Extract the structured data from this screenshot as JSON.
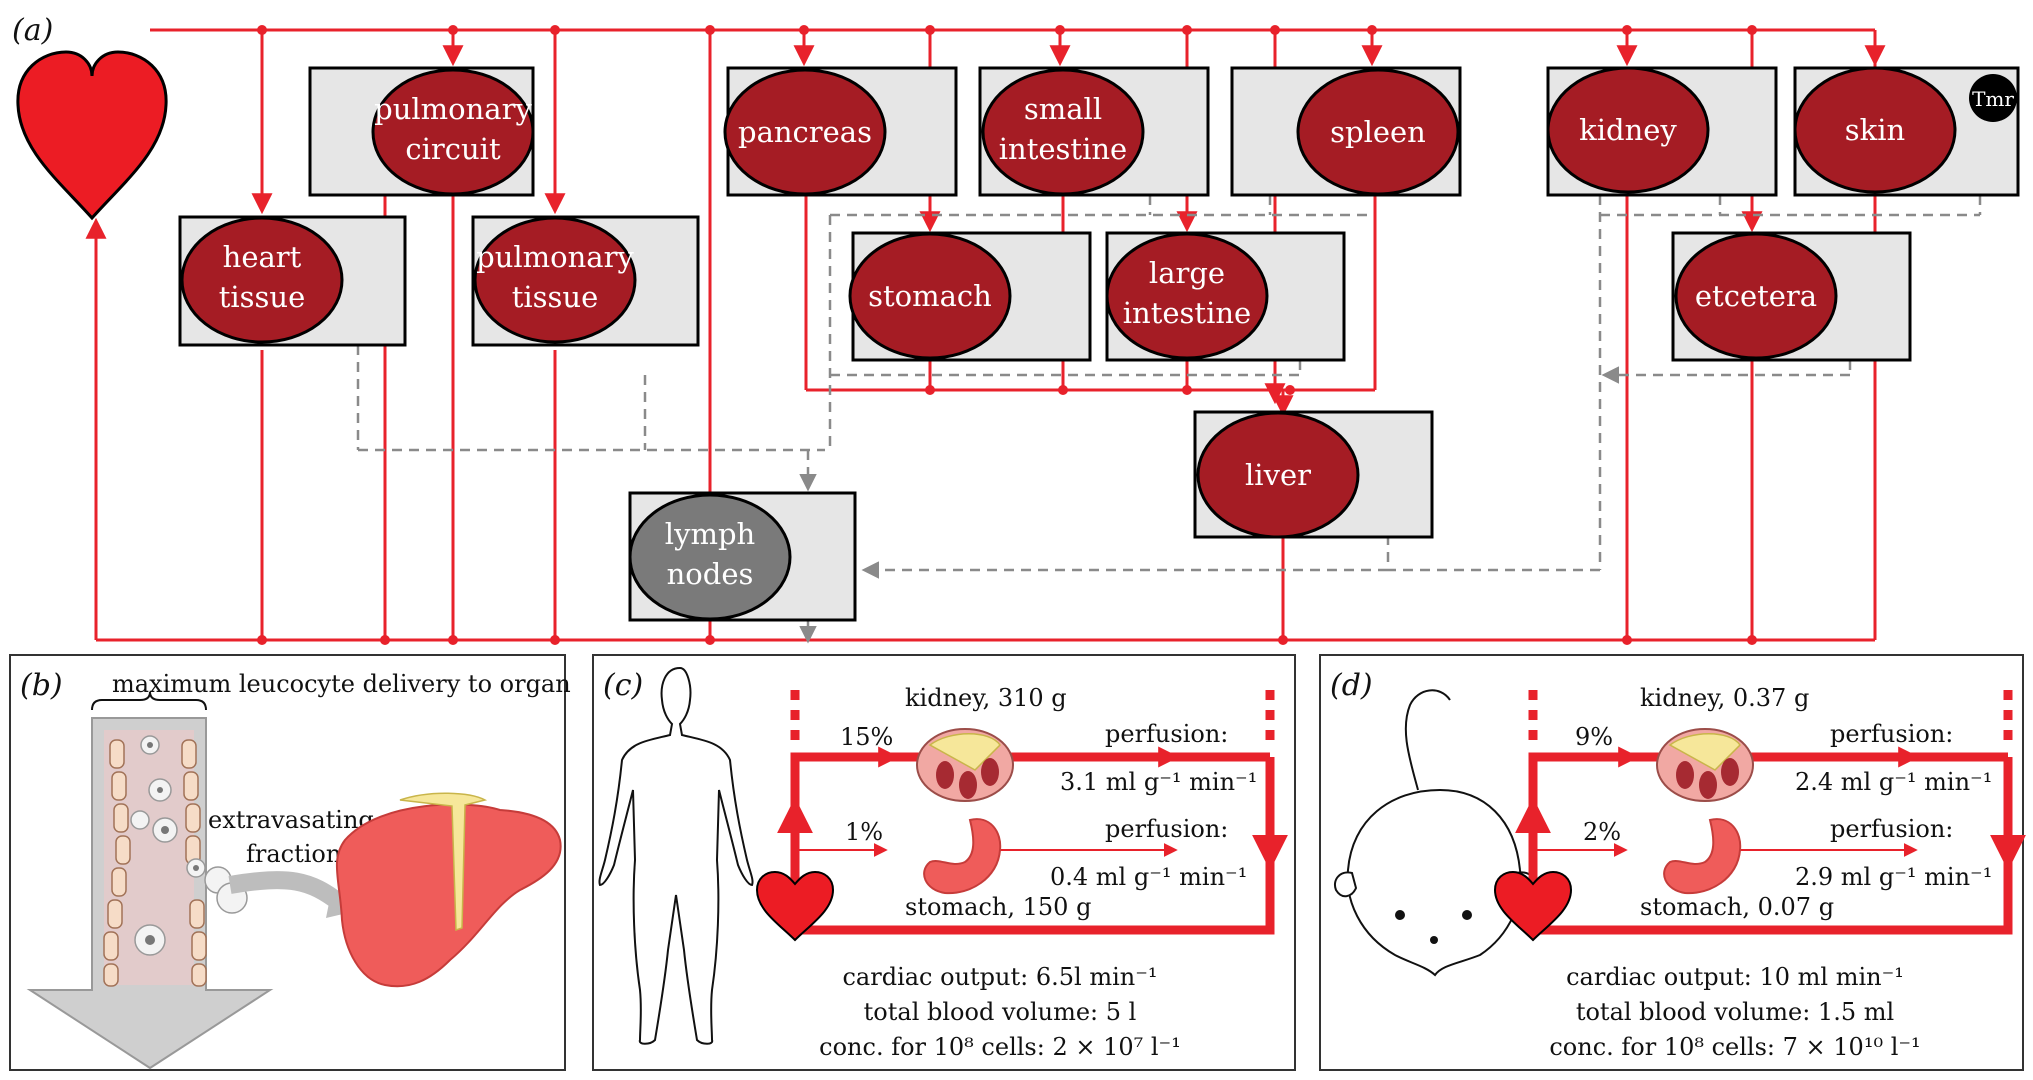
{
  "panel_labels": {
    "a": "(a)",
    "b": "(b)",
    "c": "(c)",
    "d": "(d)"
  },
  "organs": {
    "pulmonary_circuit": [
      "pulmonary",
      "circuit"
    ],
    "pancreas": [
      "pancreas"
    ],
    "small_intestine": [
      "small",
      "intestine"
    ],
    "spleen": [
      "spleen"
    ],
    "kidney": [
      "kidney"
    ],
    "skin": [
      "skin"
    ],
    "heart_tissue": [
      "heart",
      "tissue"
    ],
    "pulmonary_tissue": [
      "pulmonary",
      "tissue"
    ],
    "stomach": [
      "stomach"
    ],
    "large_intestine": [
      "large",
      "intestine"
    ],
    "etcetera": [
      "etcetera"
    ],
    "liver": [
      "liver"
    ],
    "lymph_nodes": [
      "lymph",
      "nodes"
    ]
  },
  "tumor_label": "Tmr",
  "panel_b": {
    "title": "maximum leucocyte delivery to organ",
    "extravasating": [
      "extravasating",
      "fraction"
    ]
  },
  "panel_c": {
    "kidney_label": "kidney, 310 g",
    "kidney_pct": "15%",
    "kidney_perf_label": "perfusion:",
    "kidney_perf_value": "3.1 ml g⁻¹ min⁻¹",
    "stomach_pct": "1%",
    "stomach_perf_label": "perfusion:",
    "stomach_perf_value": "0.4 ml g⁻¹ min⁻¹",
    "stomach_label": "stomach, 150 g",
    "stats": [
      "cardiac output: 6.5l min⁻¹",
      "total blood volume: 5 l",
      "conc. for 10⁸ cells: 2 × 10⁷ l⁻¹"
    ]
  },
  "panel_d": {
    "kidney_label": "kidney, 0.37 g",
    "kidney_pct": "9%",
    "kidney_perf_label": "perfusion:",
    "kidney_perf_value": "2.4 ml g⁻¹ min⁻¹",
    "stomach_pct": "2%",
    "stomach_perf_label": "perfusion:",
    "stomach_perf_value": "2.9 ml g⁻¹ min⁻¹",
    "stomach_label": "stomach, 0.07 g",
    "stats": [
      "cardiac output: 10 ml min⁻¹",
      "total blood volume: 1.5 ml",
      "conc. for 10⁸ cells: 7 × 10¹⁰ l⁻¹"
    ]
  },
  "colors": {
    "artery": "#e8222b",
    "organ": "#a51c24",
    "lymph_organ": "#7a7a7a",
    "box_fill": "#e6e6e6",
    "lymph_line": "#8a8a8a",
    "heart": "#ec1c24",
    "liver_fill": "#ef5c5a",
    "kidney_fill": "#f1a8a3"
  }
}
